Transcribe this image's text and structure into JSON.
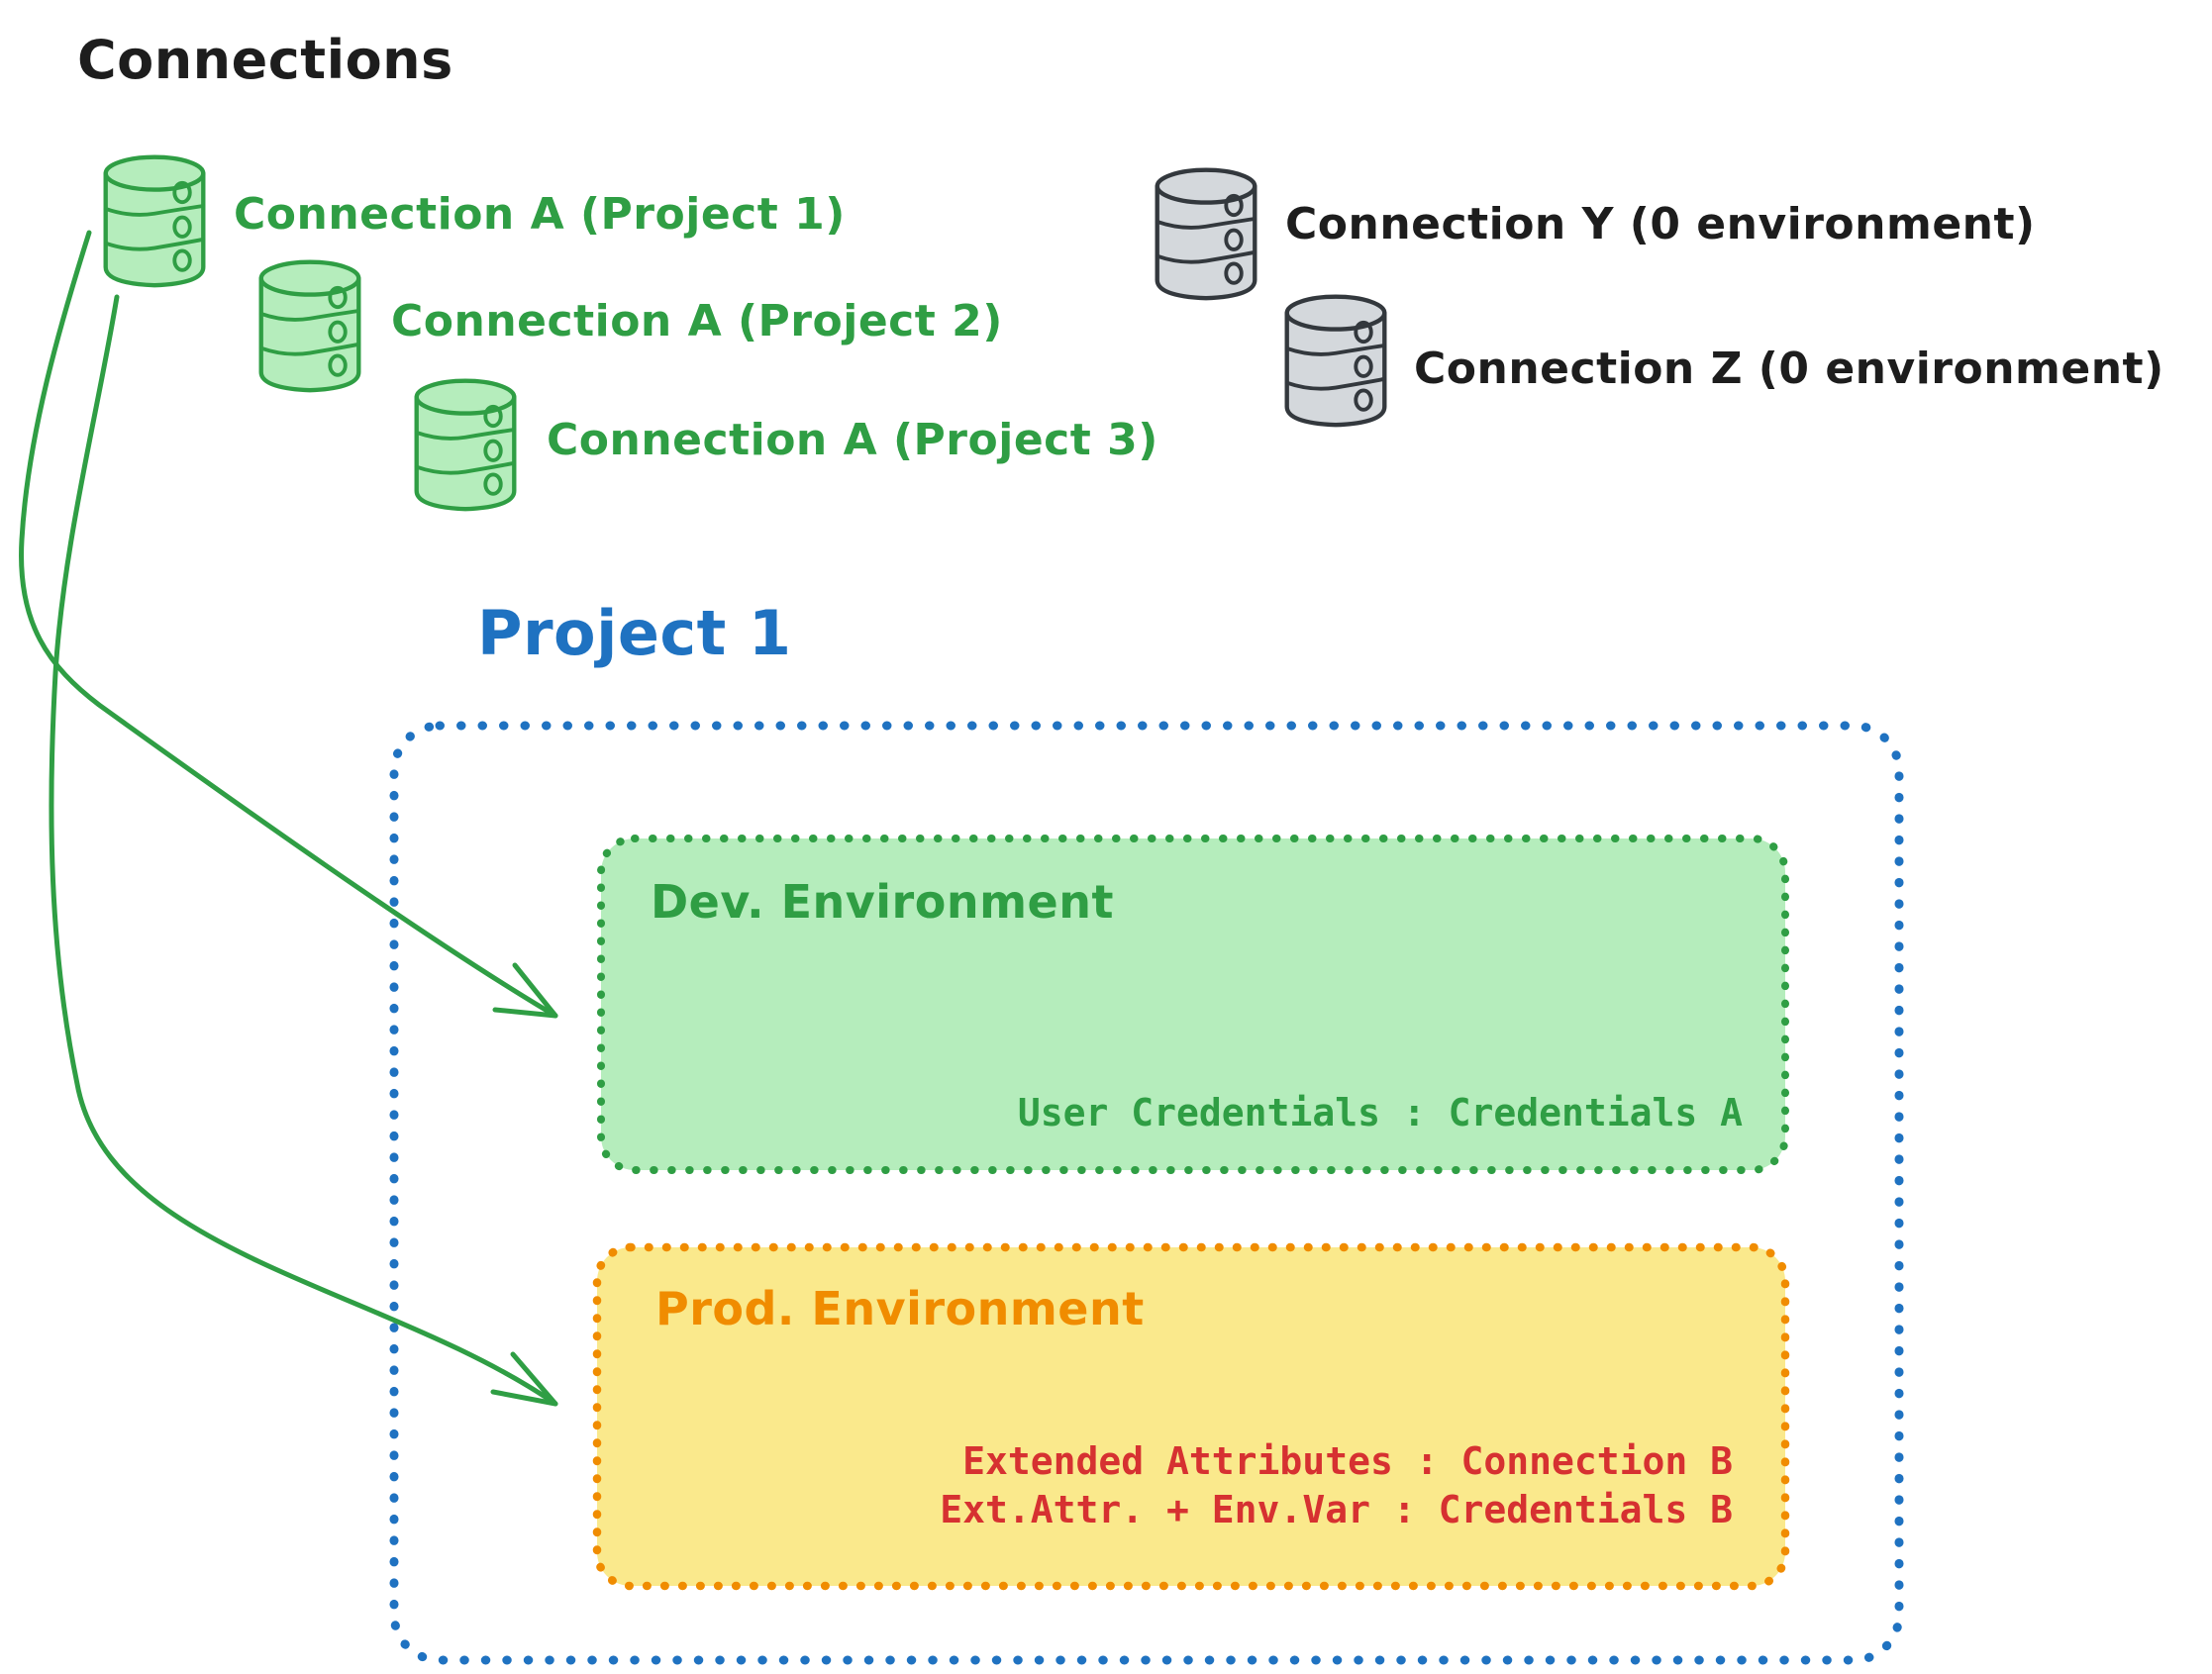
{
  "diagram_title": "Connections",
  "connections": {
    "project_scoped": [
      {
        "label": "Connection A (Project 1)"
      },
      {
        "label": "Connection A (Project 2)"
      },
      {
        "label": "Connection A (Project 3)"
      }
    ],
    "unscoped": [
      {
        "label": "Connection Y (0 environment)"
      },
      {
        "label": "Connection Z (0 environment)"
      }
    ]
  },
  "project": {
    "title": "Project 1",
    "environments": [
      {
        "title": "Dev. Environment",
        "mappings": [
          {
            "text": "User Credentials : Credentials A"
          }
        ]
      },
      {
        "title": "Prod. Environment",
        "mappings": [
          {
            "text": "Extended Attributes : Connection B"
          },
          {
            "text": "Ext.Attr. + Env.Var : Credentials B"
          }
        ]
      }
    ]
  },
  "icons": {
    "project_connection": "database-icon",
    "unscoped_connection": "database-icon",
    "arrow": "curved-arrow"
  },
  "colors": {
    "green": "#2f9e44",
    "green_fill": "#b5edbc",
    "blue": "#1f72c1",
    "orange": "#f08c00",
    "orange_fill": "#fae98c",
    "red": "#d63131",
    "gray_stroke": "#33383d",
    "gray_fill": "#d4d8dc",
    "text_black": "#1d1d1d",
    "background": "#ffffff"
  }
}
